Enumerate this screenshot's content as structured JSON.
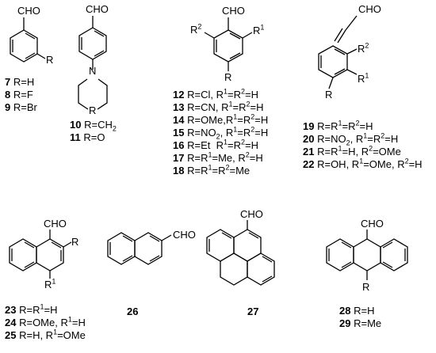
{
  "cho": "CHO",
  "atoms": {
    "R": "R",
    "R1": "R",
    "R2": "R",
    "N": "N",
    "sup1": "1",
    "sup2": "2"
  },
  "group_a": [
    {
      "num": "7",
      "text": "R=H"
    },
    {
      "num": "8",
      "text": "R=F"
    },
    {
      "num": "9",
      "text": "R=Br"
    }
  ],
  "group_b": [
    {
      "num": "10",
      "text": "R=CH",
      "sub": "2",
      "tail": ""
    },
    {
      "num": "11",
      "text": "R=O",
      "sub": "",
      "tail": ""
    }
  ],
  "group_c": [
    {
      "num": "12",
      "text": "R=Cl, R",
      "s1": "1",
      "mid": "=R",
      "s2": "2",
      "end": "=H"
    },
    {
      "num": "13",
      "text": "R=CN, R",
      "s1": "1",
      "mid": "=R",
      "s2": "2",
      "end": "=H"
    },
    {
      "num": "14",
      "text": "R=OMe,R",
      "s1": "1",
      "mid": "=R",
      "s2": "2",
      "end": "=H"
    },
    {
      "num": "15",
      "text": "R=NO",
      "sub": "2",
      "text2": ", R",
      "s1": "1",
      "mid": "=R",
      "s2": "2",
      "end": "=H"
    },
    {
      "num": "16",
      "text": "R=Et  R",
      "s1": "1",
      "mid": "=R",
      "s2": "2",
      "end": "=H"
    },
    {
      "num": "17",
      "text": "R=R",
      "s1": "1",
      "mid": "=Me, R",
      "s2": "2",
      "end": "=H"
    },
    {
      "num": "18",
      "text": "R=R",
      "s1": "1",
      "mid": "=R",
      "s2": "2",
      "end": "=Me"
    }
  ],
  "group_d": [
    {
      "num": "19",
      "p1": "R=R",
      "s1": "1",
      "p2": "=R",
      "s2": "2",
      "p3": "=H"
    },
    {
      "num": "20",
      "p1": "R=NO",
      "sub": "2",
      "p1b": ", R",
      "s1": "1",
      "p2": "=R",
      "s2": "2",
      "p3": "=H"
    },
    {
      "num": "21",
      "p1": "R=R",
      "s1": "1",
      "p2": "=H, R",
      "s2": "2",
      "p3": "=OMe"
    },
    {
      "num": "22",
      "p1": "R=OH, R",
      "s1": "1",
      "p2": "=OMe, R",
      "s2": "2",
      "p3": "=H"
    }
  ],
  "group_e": [
    {
      "num": "23",
      "p1": "R=R",
      "s1": "1",
      "p2": "=H"
    },
    {
      "num": "24",
      "p1": "R=OMe, R",
      "s1": "1",
      "p2": "=H"
    },
    {
      "num": "25",
      "p1": "R=H, R",
      "s1": "1",
      "p2": "=OMe"
    }
  ],
  "compound_26": "26",
  "compound_27": "27",
  "group_f": [
    {
      "num": "28",
      "text": "R=H"
    },
    {
      "num": "29",
      "text": "R=Me"
    }
  ]
}
